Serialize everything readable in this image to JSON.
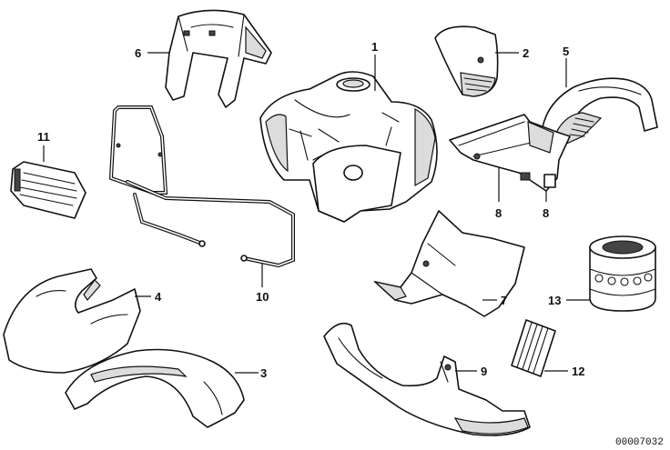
{
  "callouts": [
    "1",
    "2",
    "3",
    "4",
    "5",
    "6",
    "7",
    "8",
    "8",
    "9",
    "10",
    "11",
    "12",
    "13"
  ],
  "diagram_number": "00007032",
  "colors": {
    "ink": "#111111",
    "shade": "#dcdcdc",
    "background": "#ffffff"
  }
}
